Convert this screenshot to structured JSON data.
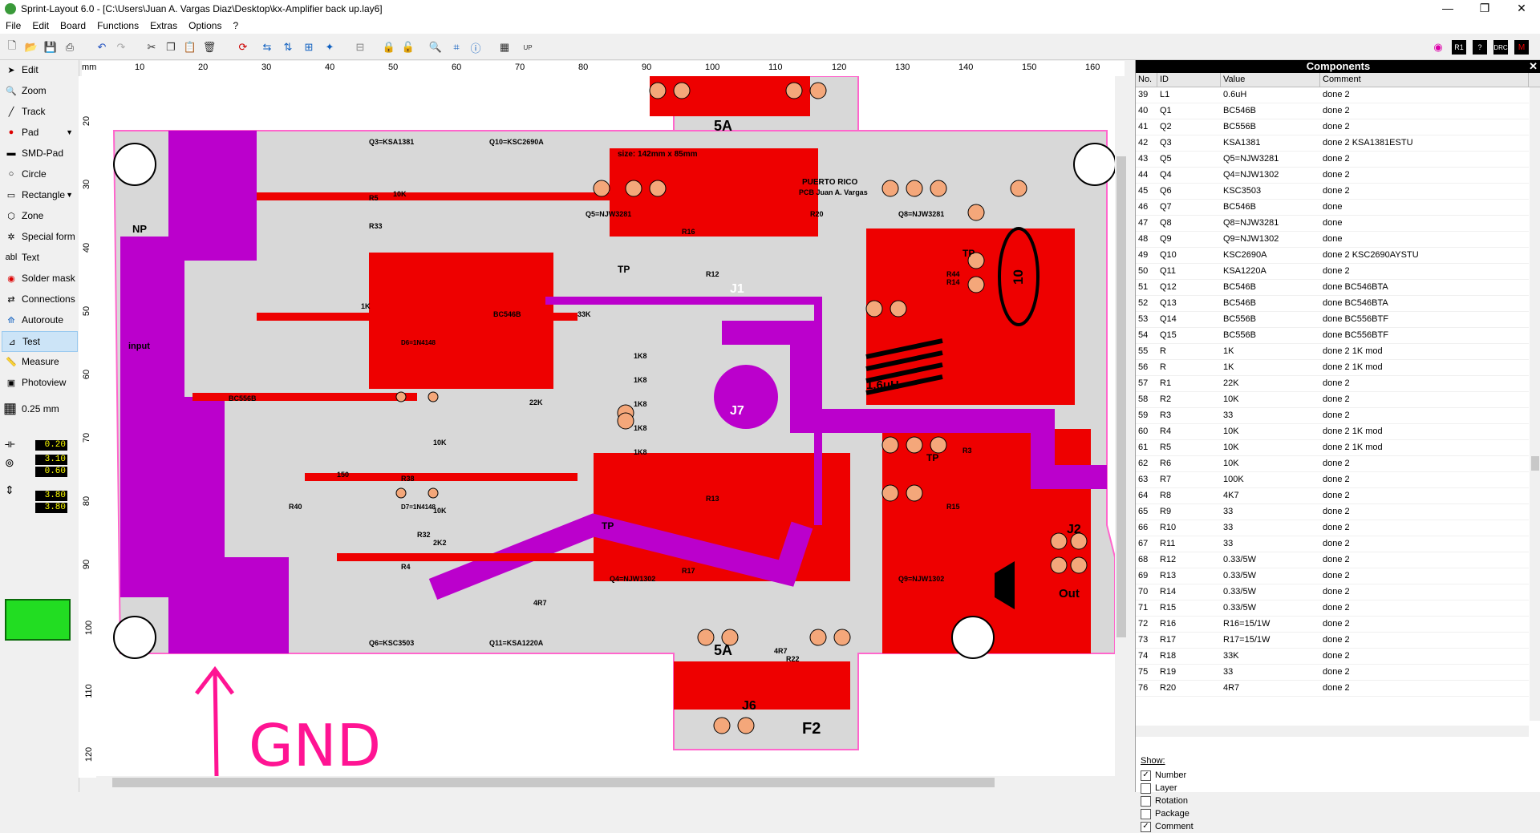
{
  "window": {
    "title": "Sprint-Layout 6.0 - [C:\\Users\\Juan A. Vargas Diaz\\Desktop\\kx-Amplifier back up.lay6]",
    "minimize": "—",
    "maximize": "❐",
    "close": "✕"
  },
  "menu": [
    "File",
    "Edit",
    "Board",
    "Functions",
    "Extras",
    "Options",
    "?"
  ],
  "tools": [
    {
      "label": "Edit",
      "icon": "arrow-icon"
    },
    {
      "label": "Zoom",
      "icon": "magnifier-icon"
    },
    {
      "label": "Track",
      "icon": "track-icon"
    },
    {
      "label": "Pad",
      "icon": "pad-icon"
    },
    {
      "label": "SMD-Pad",
      "icon": "smd-pad-icon"
    },
    {
      "label": "Circle",
      "icon": "circle-icon"
    },
    {
      "label": "Rectangle",
      "icon": "rectangle-icon"
    },
    {
      "label": "Zone",
      "icon": "zone-icon"
    },
    {
      "label": "Special form",
      "icon": "special-form-icon"
    },
    {
      "label": "Text",
      "icon": "text-icon"
    },
    {
      "label": "Solder mask",
      "icon": "solder-mask-icon"
    },
    {
      "label": "Connections",
      "icon": "connections-icon"
    },
    {
      "label": "Autoroute",
      "icon": "autoroute-icon"
    },
    {
      "label": "Test",
      "icon": "test-icon"
    },
    {
      "label": "Measure",
      "icon": "measure-icon"
    },
    {
      "label": "Photoview",
      "icon": "photoview-icon"
    }
  ],
  "grid": "0.25 mm",
  "track_width": "0.20",
  "pad_outer": "3.10",
  "pad_inner": "0.60",
  "smd_w": "3.80",
  "smd_h": "3.80",
  "ruler": {
    "unit": "mm",
    "h_ticks": [
      "10",
      "20",
      "30",
      "40",
      "50",
      "60",
      "70",
      "80",
      "90",
      "100",
      "110",
      "120",
      "130",
      "140",
      "150",
      "160"
    ],
    "v_ticks": [
      "20",
      "30",
      "40",
      "50",
      "60",
      "70",
      "80",
      "90",
      "100",
      "110",
      "120"
    ]
  },
  "board": {
    "labels": [
      "5A",
      "5A",
      "J1",
      "J7",
      "J2",
      "J6",
      "F2",
      "Out",
      "NP",
      "input",
      "1.6uH",
      "10",
      "TP",
      "TP",
      "TP",
      "TP",
      "size: 142mm x 85mm",
      "PUERTO RICO",
      "PCB Juan A. Vargas",
      "Q3=KSA1381",
      "Q10=KSC2690A",
      "Q5=NJW3281",
      "Q8=NJW3281",
      "Q4=NJW1302",
      "Q9=NJW1302",
      "Q6=KSC3503",
      "Q11=KSA1220A",
      "BC546B",
      "BC556B",
      "R40",
      "R38",
      "R32",
      "R4",
      "R5",
      "R33",
      "R16",
      "R17",
      "R20",
      "R22",
      "R12",
      "R13",
      "R14",
      "R15",
      "R3",
      "R44",
      "1K8",
      "1K8",
      "1K8",
      "1K8",
      "1K8",
      "10K",
      "10K",
      "10K",
      "2K2",
      "22K",
      "33K",
      "4R7",
      "4R7",
      "150",
      "1K",
      "D6=1N4148",
      "D7=1N4148"
    ],
    "handwritten": "GND"
  },
  "components": {
    "title": "Components",
    "columns": [
      "No.",
      "ID",
      "Value",
      "Comment"
    ],
    "rows": [
      [
        "39",
        "L1",
        "0.6uH",
        "done 2"
      ],
      [
        "40",
        "Q1",
        "BC546B",
        "done 2"
      ],
      [
        "41",
        "Q2",
        "BC556B",
        "done 2"
      ],
      [
        "42",
        "Q3",
        "KSA1381",
        "done 2 KSA1381ESTU"
      ],
      [
        "43",
        "Q5",
        "Q5=NJW3281",
        "done 2"
      ],
      [
        "44",
        "Q4",
        "Q4=NJW1302",
        "done 2"
      ],
      [
        "45",
        "Q6",
        "KSC3503",
        "done 2"
      ],
      [
        "46",
        "Q7",
        "BC546B",
        "done"
      ],
      [
        "47",
        "Q8",
        "Q8=NJW3281",
        "done"
      ],
      [
        "48",
        "Q9",
        "Q9=NJW1302",
        "done"
      ],
      [
        "49",
        "Q10",
        "KSC2690A",
        "done 2 KSC2690AYSTU"
      ],
      [
        "50",
        "Q11",
        "KSA1220A",
        "done 2"
      ],
      [
        "51",
        "Q12",
        "BC546B",
        "done BC546BTA"
      ],
      [
        "52",
        "Q13",
        "BC546B",
        "done BC546BTA"
      ],
      [
        "53",
        "Q14",
        "BC556B",
        "done BC556BTF"
      ],
      [
        "54",
        "Q15",
        "BC556B",
        "done BC556BTF"
      ],
      [
        "55",
        "R",
        "1K",
        "done 2 1K mod"
      ],
      [
        "56",
        "R",
        "1K",
        "done 2 1K mod"
      ],
      [
        "57",
        "R1",
        "22K",
        "done 2"
      ],
      [
        "58",
        "R2",
        "10K",
        "done 2"
      ],
      [
        "59",
        "R3",
        "33",
        "done 2"
      ],
      [
        "60",
        "R4",
        "10K",
        "done 2 1K mod"
      ],
      [
        "61",
        "R5",
        "10K",
        "done 2 1K mod"
      ],
      [
        "62",
        "R6",
        "10K",
        "done 2"
      ],
      [
        "63",
        "R7",
        "100K",
        "done 2"
      ],
      [
        "64",
        "R8",
        "4K7",
        "done 2"
      ],
      [
        "65",
        "R9",
        "33",
        "done 2"
      ],
      [
        "66",
        "R10",
        "33",
        "done 2"
      ],
      [
        "67",
        "R11",
        "33",
        "done 2"
      ],
      [
        "68",
        "R12",
        "0.33/5W",
        "done 2"
      ],
      [
        "69",
        "R13",
        "0.33/5W",
        "done 2"
      ],
      [
        "70",
        "R14",
        "0.33/5W",
        "done 2"
      ],
      [
        "71",
        "R15",
        "0.33/5W",
        "done 2"
      ],
      [
        "72",
        "R16",
        "R16=15/1W",
        "done 2"
      ],
      [
        "73",
        "R17",
        "R17=15/1W",
        "done 2"
      ],
      [
        "74",
        "R18",
        "33K",
        "done 2"
      ],
      [
        "75",
        "R19",
        "33",
        "done 2"
      ],
      [
        "76",
        "R20",
        "4R7",
        "done 2"
      ]
    ],
    "show_label": "Show:",
    "show": [
      {
        "label": "Number",
        "checked": true
      },
      {
        "label": "Layer",
        "checked": false
      },
      {
        "label": "Rotation",
        "checked": false
      },
      {
        "label": "Package",
        "checked": false
      },
      {
        "label": "Comment",
        "checked": true
      }
    ]
  },
  "colors": {
    "copper_top": "#ee0000",
    "copper_bottom": "#bb00cc",
    "pad": "#f4a77a",
    "silk": "#000000",
    "outline": "#ff66cc",
    "ground_fill": "#bfbfbf"
  }
}
